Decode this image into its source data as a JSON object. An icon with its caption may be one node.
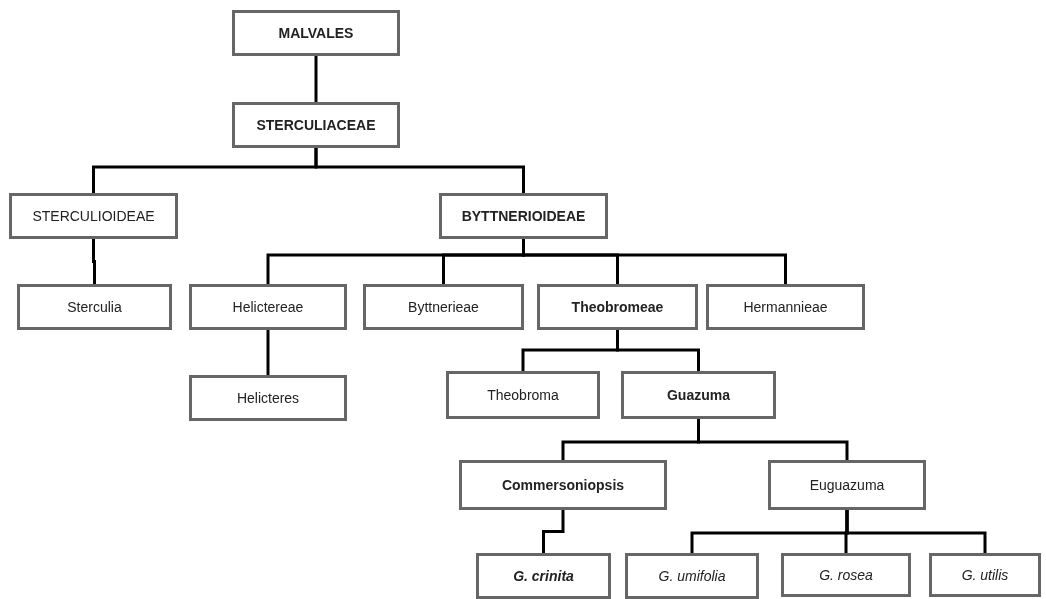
{
  "diagram": {
    "nodes": [
      {
        "text": [
          "MALVALES"
        ]
      },
      {
        "text": [
          "STERCULIACEAE"
        ]
      },
      {
        "text": [
          "STERCULIOIDEAE"
        ]
      },
      {
        "text": [
          "BYTTNERIOIDEAE"
        ]
      },
      {
        "text": [
          "Sterculia"
        ]
      },
      {
        "text": [
          "Helictereae"
        ]
      },
      {
        "text": [
          "Byttnerieae"
        ]
      },
      {
        "text": [
          "Theobromeae"
        ]
      },
      {
        "text": [
          "Hermannieae"
        ]
      },
      {
        "text": [
          "Helicteres"
        ]
      },
      {
        "text": [
          "Theobroma"
        ]
      },
      {
        "text": [
          "Guazuma"
        ]
      },
      {
        "text": [
          "Commersoniopsis"
        ]
      },
      {
        "text": [
          "Euguazuma"
        ]
      },
      {
        "text": [
          "G. crinita"
        ]
      },
      {
        "text": [
          "G. umifolia"
        ]
      },
      {
        "text": [
          "G. rosea"
        ]
      },
      {
        "text": [
          "G. utilis"
        ]
      }
    ],
    "edges": [
      {
        "from": 0,
        "to": 1,
        "arrow": "none"
      },
      {
        "from": 1,
        "to": 2,
        "arrow": "none"
      },
      {
        "from": 1,
        "to": 3,
        "arrow": "none"
      },
      {
        "from": 2,
        "to": 4,
        "arrow": "none"
      },
      {
        "from": 3,
        "to": 5,
        "arrow": "none"
      },
      {
        "from": 3,
        "to": 6,
        "arrow": "none"
      },
      {
        "from": 3,
        "to": 7,
        "arrow": "none"
      },
      {
        "from": 3,
        "to": 8,
        "arrow": "none"
      },
      {
        "from": 5,
        "to": 9,
        "arrow": "none"
      },
      {
        "from": 7,
        "to": 10,
        "arrow": "none"
      },
      {
        "from": 7,
        "to": 11,
        "arrow": "none"
      },
      {
        "from": 11,
        "to": 12,
        "arrow": "none"
      },
      {
        "from": 11,
        "to": 13,
        "arrow": "none"
      },
      {
        "from": 12,
        "to": 14,
        "arrow": "none"
      },
      {
        "from": 13,
        "to": 15,
        "arrow": "none"
      },
      {
        "from": 13,
        "to": 16,
        "arrow": "none"
      },
      {
        "from": 13,
        "to": 17,
        "arrow": "none"
      }
    ]
  }
}
